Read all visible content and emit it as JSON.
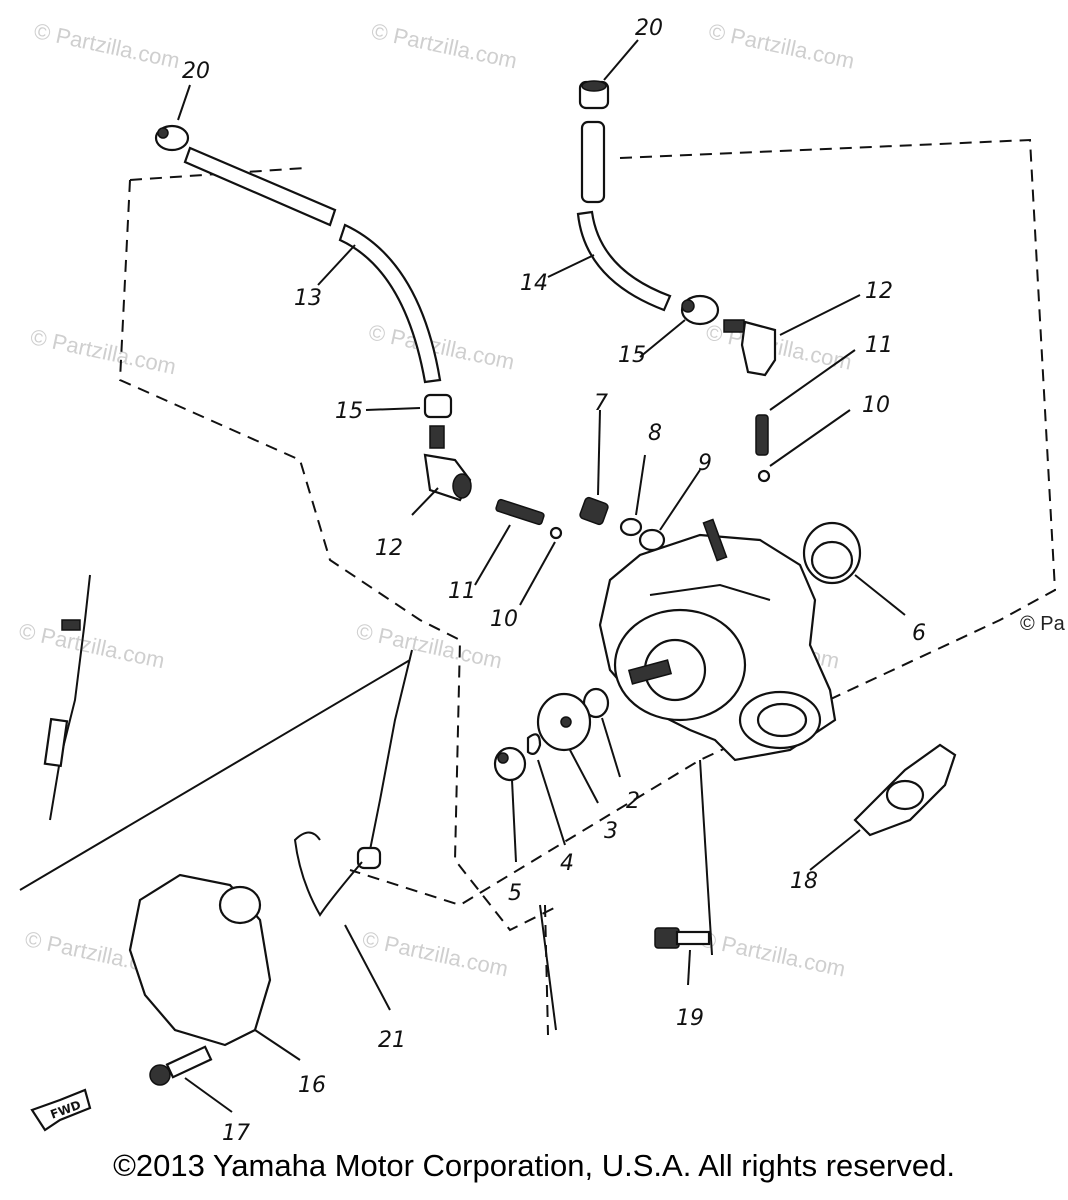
{
  "watermarks": [
    {
      "text": "© Partzilla.com"
    },
    {
      "text": "© Partzilla.com"
    },
    {
      "text": "© Partzilla.com"
    },
    {
      "text": "© Partzilla.com"
    },
    {
      "text": "© Partzilla.com"
    },
    {
      "text": "© Partzilla.com"
    },
    {
      "text": "© Partzilla.com"
    },
    {
      "text": "© Partzilla.com"
    },
    {
      "text": "© Partzilla.com"
    },
    {
      "text": "© Partzilla.com"
    },
    {
      "text": "© Partzilla.com"
    },
    {
      "text": "© Partzilla.com"
    },
    {
      "text": "© Pa"
    }
  ],
  "callouts": {
    "c20a": "20",
    "c20b": "20",
    "c13": "13",
    "c14": "14",
    "c12a": "12",
    "c12b": "12",
    "c15a": "15",
    "c15b": "15",
    "c11a": "11",
    "c11b": "11",
    "c10a": "10",
    "c10b": "10",
    "c7": "7",
    "c8": "8",
    "c9": "9",
    "c6": "6",
    "c2": "2",
    "c3": "3",
    "c4": "4",
    "c5": "5",
    "c18": "18",
    "c19": "19",
    "c21": "21",
    "c16": "16",
    "c17": "17"
  },
  "fwd_label": "FWD",
  "copyright": "©2013  Yamaha Motor Corporation, U.S.A. All rights reserved."
}
